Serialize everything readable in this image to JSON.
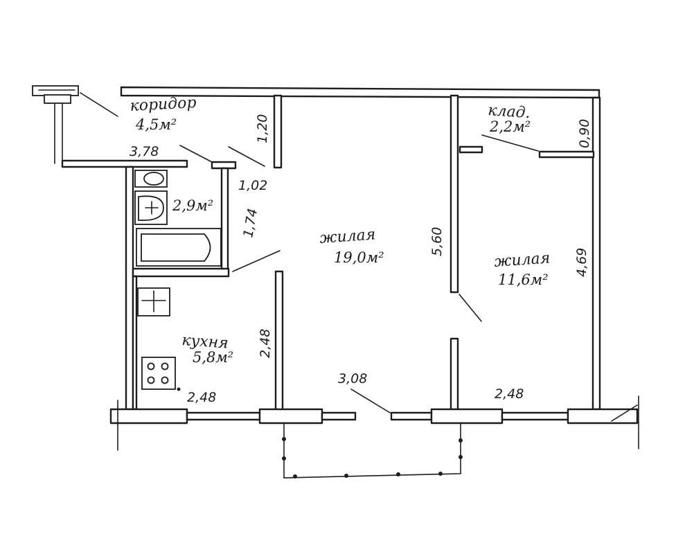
{
  "rooms": {
    "corridor": {
      "name": "коридор",
      "area": "4,5м²"
    },
    "storage": {
      "name": "клад.",
      "area": "2,2м²"
    },
    "bathroom": {
      "area": "2,9м²"
    },
    "living_large": {
      "name": "жилая",
      "area": "19,0м²"
    },
    "living_small": {
      "name": "жилая",
      "area": "11,6м²"
    },
    "kitchen": {
      "name": "кухня",
      "area": "5,8м²"
    }
  },
  "dimensions": {
    "corridor_width": "3,78",
    "corridor_depth": "1,20",
    "storage_depth": "0,90",
    "bath_door": "1,02",
    "bath_length": "1,74",
    "living_large_depth": "5,60",
    "living_small_depth": "4,69",
    "kitchen_depth": "2,48",
    "kitchen_width": "2,48",
    "living_large_width": "3,08",
    "living_small_width": "2,48"
  }
}
